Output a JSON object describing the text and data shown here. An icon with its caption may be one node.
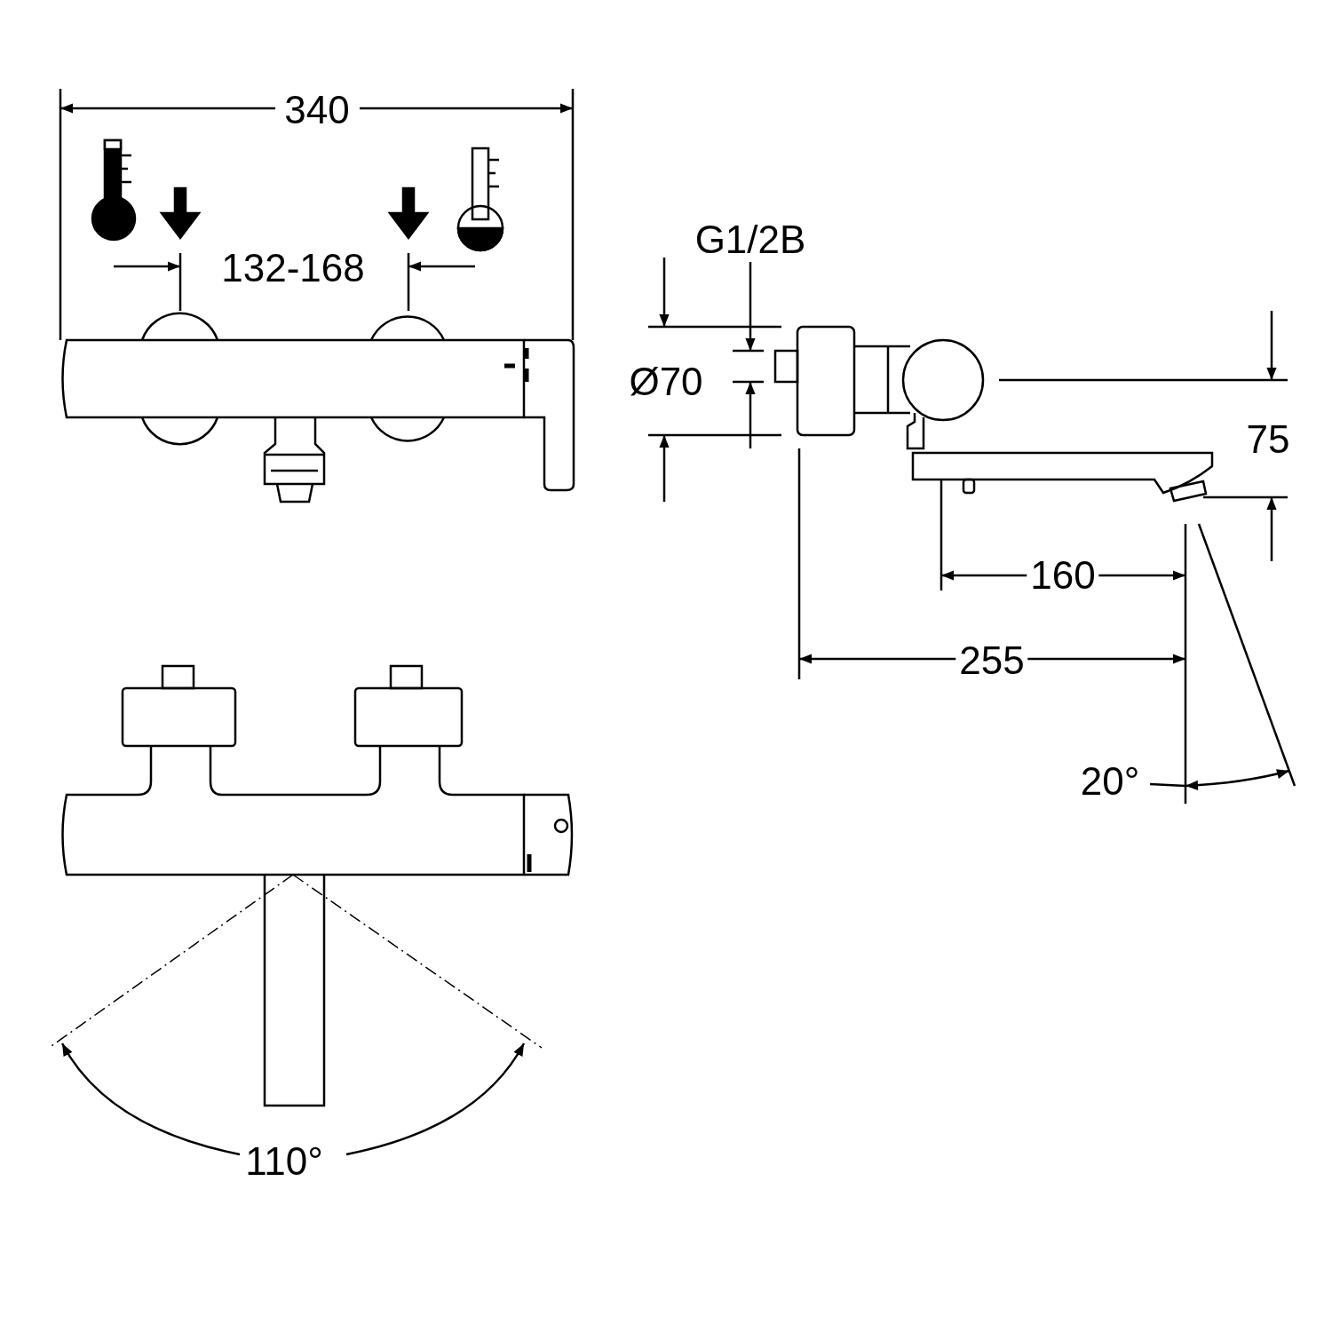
{
  "diagram": {
    "labels": [
      "340",
      "132-168",
      "G1/2B",
      "Ø70",
      "75",
      "160",
      "255",
      "20°",
      "110°"
    ]
  }
}
